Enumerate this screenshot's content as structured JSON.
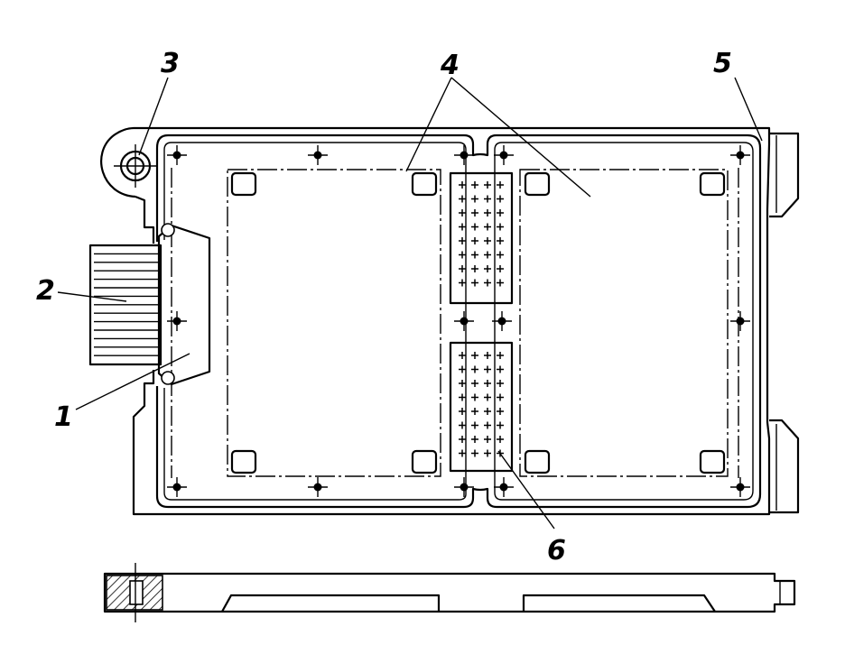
{
  "callouts": {
    "c1": "1",
    "c2": "2",
    "c3": "3",
    "c4": "4",
    "c5": "5",
    "c6": "6"
  },
  "colors": {
    "ink": "#000000",
    "paper": "#ffffff"
  },
  "connector_grid": {
    "columns": 4,
    "upper_rows": 8,
    "lower_rows": 8
  }
}
